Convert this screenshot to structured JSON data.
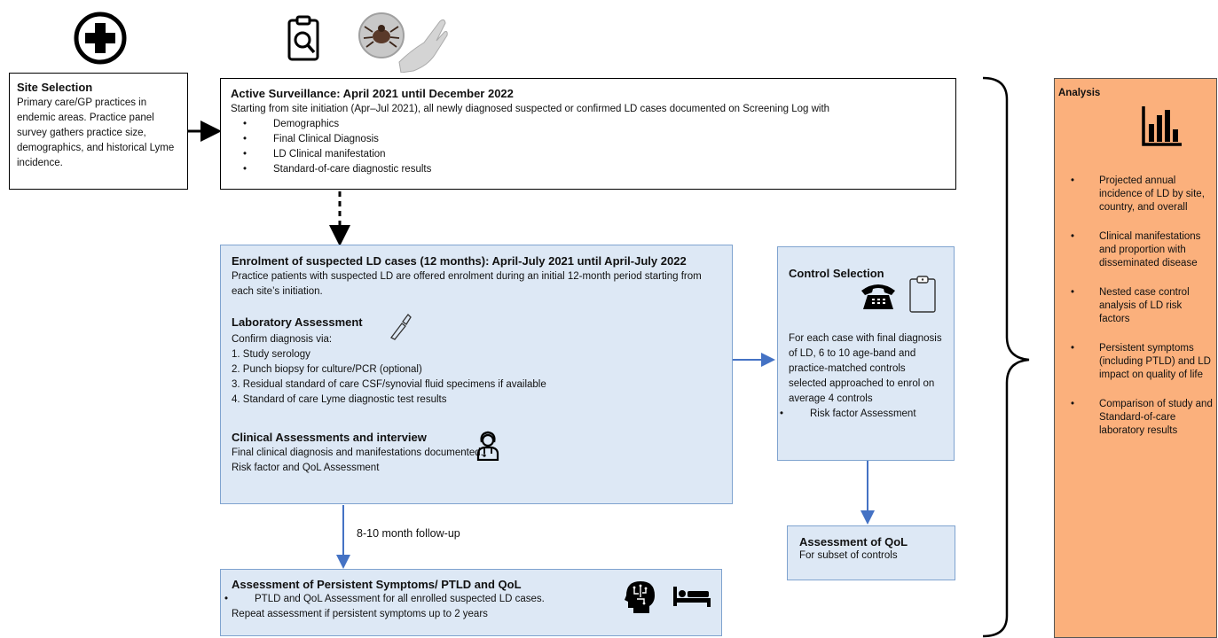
{
  "site_selection": {
    "title": "Site Selection",
    "body": "Primary care/GP practices in endemic areas. Practice panel survey gathers practice size, demographics, and historical Lyme incidence."
  },
  "active_surveillance": {
    "title": "Active Surveillance: April 2021 until December 2022",
    "intro": "Starting from site initiation  (Apr–Jul 2021), all newly diagnosed suspected  or confirmed LD cases documented  on Screening Log with",
    "items": [
      "Demographics",
      "Final Clinical  Diagnosis",
      "LD Clinical manifestation",
      "Standard-of-care diagnostic results"
    ]
  },
  "enrolment": {
    "title": "Enrolment of suspected LD cases (12 months): April-July 2021 until April-July 2022",
    "body": "Practice patients with suspected LD are offered enrolment during an initial 12-month period starting from each site’s initiation.",
    "lab_title": "Laboratory Assessment",
    "lab_intro": "Confirm diagnosis via:",
    "lab_items": [
      "1. Study serology",
      "2. Punch biopsy for culture/PCR (optional)",
      "3. Residual standard of care CSF/synovial fluid specimens if available",
      "4. Standard of care Lyme diagnostic  test results"
    ],
    "clinical_title": "Clinical Assessments and interview",
    "clinical_line1": "Final clinical diagnosis and manifestations documented.",
    "clinical_line2": "Risk factor and QoL Assessment"
  },
  "control_selection": {
    "title": "Control Selection",
    "body": "For each case with final diagnosis of LD, 6 to 10 age-band and practice-matched controls selected approached to enrol on average 4 controls",
    "bullet": "Risk factor Assessment"
  },
  "followup_label": "8-10 month follow-up",
  "qol_controls": {
    "title": "Assessment of QoL",
    "body": "For subset of controls"
  },
  "persistent": {
    "title": "Assessment of Persistent Symptoms/  PTLD and QoL",
    "bullet": "PTLD and QoL Assessment for all enrolled suspected LD cases.",
    "repeat": "Repeat assessment if persistent symptoms up to 2 years"
  },
  "analysis": {
    "title": "Analysis",
    "items": [
      "Projected annual incidence of LD by site, country, and overall",
      "Clinical manifestations and proportion with disseminated disease",
      "Nested case control analysis of LD risk factors",
      "Persistent symptoms (including PTLD) and LD impact on quality of life",
      "Comparison of study and Standard-of-care laboratory results"
    ]
  },
  "colors": {
    "blue_fill": "#dde8f5",
    "orange_fill": "#fbb07c",
    "arrow_blue": "#4472c4"
  }
}
